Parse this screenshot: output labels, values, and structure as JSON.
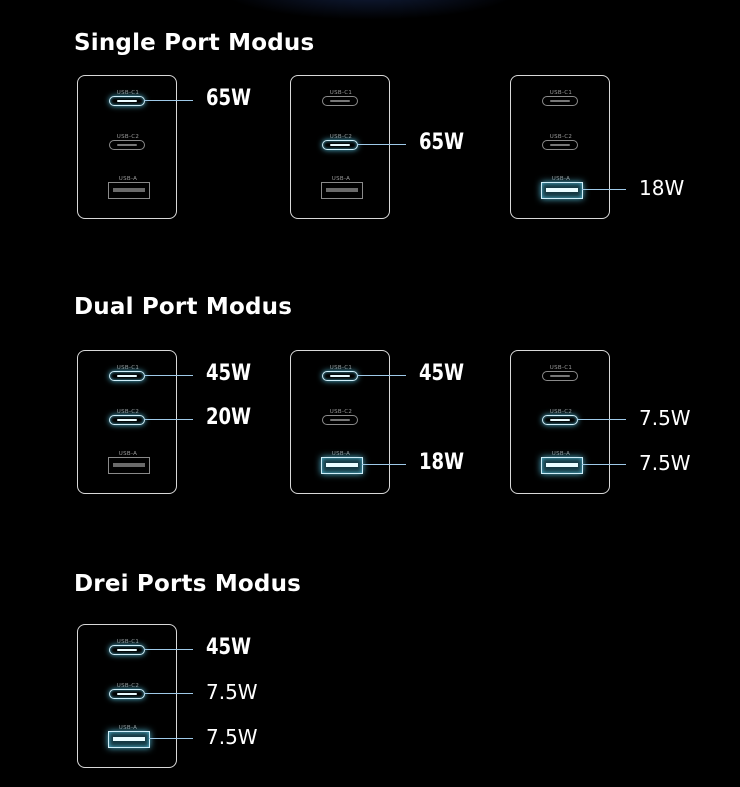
{
  "sections": [
    {
      "title": "Single Port Modus",
      "cards": [
        {
          "ports": [
            {
              "label": "USB-C1",
              "active": true,
              "watt": "65W",
              "bold": true
            },
            {
              "label": "USB-C2",
              "active": false,
              "watt": "",
              "bold": false
            },
            {
              "label": "USB-A",
              "active": false,
              "watt": "",
              "bold": false
            }
          ]
        },
        {
          "ports": [
            {
              "label": "USB-C1",
              "active": false,
              "watt": "",
              "bold": false
            },
            {
              "label": "USB-C2",
              "active": true,
              "watt": "65W",
              "bold": true
            },
            {
              "label": "USB-A",
              "active": false,
              "watt": "",
              "bold": false
            }
          ]
        },
        {
          "ports": [
            {
              "label": "USB-C1",
              "active": false,
              "watt": "",
              "bold": false
            },
            {
              "label": "USB-C2",
              "active": false,
              "watt": "",
              "bold": false
            },
            {
              "label": "USB-A",
              "active": true,
              "watt": "18W",
              "bold": false
            }
          ]
        }
      ]
    },
    {
      "title": "Dual Port Modus",
      "cards": [
        {
          "ports": [
            {
              "label": "USB-C1",
              "active": true,
              "watt": "45W",
              "bold": true
            },
            {
              "label": "USB-C2",
              "active": true,
              "watt": "20W",
              "bold": true
            },
            {
              "label": "USB-A",
              "active": false,
              "watt": "",
              "bold": false
            }
          ]
        },
        {
          "ports": [
            {
              "label": "USB-C1",
              "active": true,
              "watt": "45W",
              "bold": true
            },
            {
              "label": "USB-C2",
              "active": false,
              "watt": "",
              "bold": false
            },
            {
              "label": "USB-A",
              "active": true,
              "watt": "18W",
              "bold": true
            }
          ]
        },
        {
          "ports": [
            {
              "label": "USB-C1",
              "active": false,
              "watt": "",
              "bold": false
            },
            {
              "label": "USB-C2",
              "active": true,
              "watt": "7.5W",
              "bold": false
            },
            {
              "label": "USB-A",
              "active": true,
              "watt": "7.5W",
              "bold": false
            }
          ]
        }
      ]
    },
    {
      "title": "Drei Ports Modus",
      "cards": [
        {
          "ports": [
            {
              "label": "USB-C1",
              "active": true,
              "watt": "45W",
              "bold": true
            },
            {
              "label": "USB-C2",
              "active": true,
              "watt": "7.5W",
              "bold": false
            },
            {
              "label": "USB-A",
              "active": true,
              "watt": "7.5W",
              "bold": false
            }
          ]
        }
      ]
    }
  ],
  "colors": {
    "background": "#000000",
    "glow": "#5ac8e6",
    "line": "#9ec9e8",
    "border": "#d8d8d8"
  }
}
